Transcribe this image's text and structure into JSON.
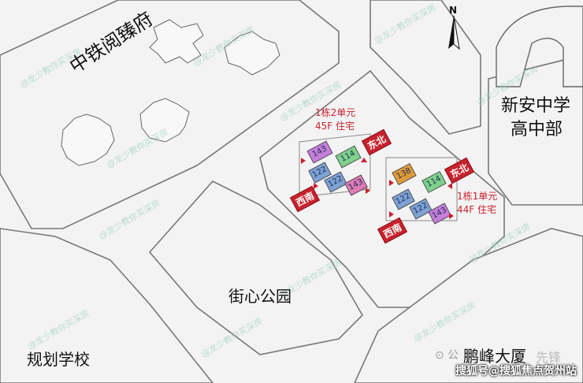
{
  "map": {
    "labels": {
      "zhongtie": "中铁阅臻府",
      "xinan_school_line1": "新安中学",
      "xinan_school_line2": "高中部",
      "park": "街心公园",
      "planned_school": "规划学校",
      "pengfeng": "鹏峰大厦",
      "building2_line1": "1栋2单元",
      "building2_line2": "45F  住宅",
      "building1_line1": "1栋1单元",
      "building1_line2": "44F  住宅"
    },
    "orientation_tags": {
      "b2_northeast": "东北",
      "b2_southwest": "西南",
      "b1_northeast": "东北",
      "b1_southwest": "西南"
    },
    "units_b2": [
      "143",
      "114",
      "122",
      "122",
      "143"
    ],
    "units_b1": [
      "138",
      "114",
      "122",
      "122",
      "143"
    ],
    "compass_label": "N",
    "watermark_text": "@龙少教你买深房",
    "watermark_partial": "先锋",
    "footer_text": "搜狐号@搜狐焦点贺州站",
    "colors": {
      "background": "#f3f3f3",
      "red": "#c8222e",
      "unit_purple": "#c77ddb",
      "unit_green": "#7fd18c",
      "unit_blue": "#7ea2d6",
      "unit_orange": "#e09a3a",
      "unit_pink": "#de7ab6"
    }
  }
}
